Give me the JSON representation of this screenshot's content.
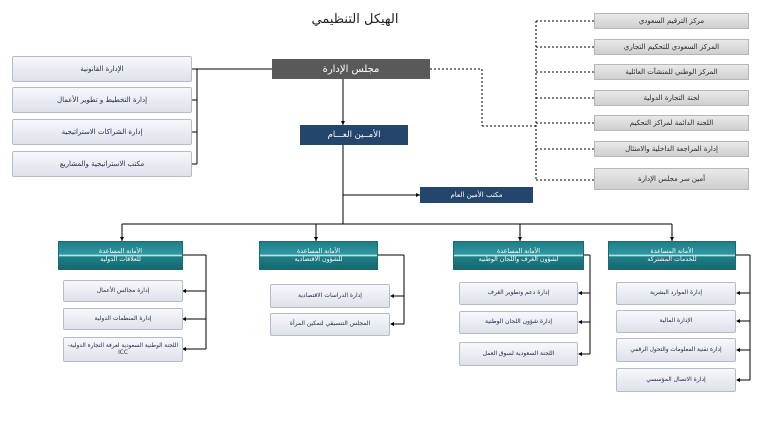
{
  "title": "الهيكل التنظيمي",
  "board": "مجلس الإدارة",
  "secretary_general": "الأمــين العـــام",
  "sg_office": "مكتب الأمين العام",
  "left_units": [
    "الإدارة القانونية",
    "إدارة التخطيط و تطوير الأعمال",
    "إدارة الشراكات الاستراتيجية",
    "مكتب الاستراتيجية والمشاريع"
  ],
  "right_units": [
    "مركز الترقيم السعودي",
    "المركز السعودي للتحكيم التجاري",
    "المركز الوطني للمنشآت العائلية",
    "لجنة التجارة الدولية",
    "اللجنة الدائمة لمراكز التحكيم",
    "إدارة المراجعة الداخلية والامتثال",
    "أمين سر مجلس الإدارة"
  ],
  "sectors": [
    {
      "line1": "الأمانة المساعدة",
      "line2": "للعلاقات الدولية",
      "departments": [
        "إدارة مجالس الأعمال",
        "إدارة المنظمات الدولية",
        "اللجنة الوطنية السعودية لغرفة التجارة الدولية- ICC"
      ]
    },
    {
      "line1": "الأمانة المساعدة",
      "line2": "للشؤون الاقتصادية",
      "departments": [
        "إدارة الدراسات الاقتصادية",
        "المجلس التنسيقي لتمكين المرأة"
      ]
    },
    {
      "line1": "الأمانة المساعدة",
      "line2": "لشؤون الغرف واللجان الوطنية",
      "departments": [
        "إدارة دعم وتطوير الغرف",
        "إدارة شؤون اللجان الوطنية",
        "اللجنة السعودية لسوق العمل"
      ]
    },
    {
      "line1": "الأمانة المساعدة",
      "line2": "للخدمات المشتركة",
      "departments": [
        "إدارة الموارد البشرية",
        "الإدارة المالية",
        "إدارة تقنية المعلومات والتحول الرقمي",
        "إدارة الاتصال المؤسسي"
      ]
    }
  ],
  "colors": {
    "board": "#595959",
    "navy": "#24466d",
    "teal": "#1f7f88",
    "unit_box": "#dde2ea",
    "right_box": "#cfcfd1"
  }
}
